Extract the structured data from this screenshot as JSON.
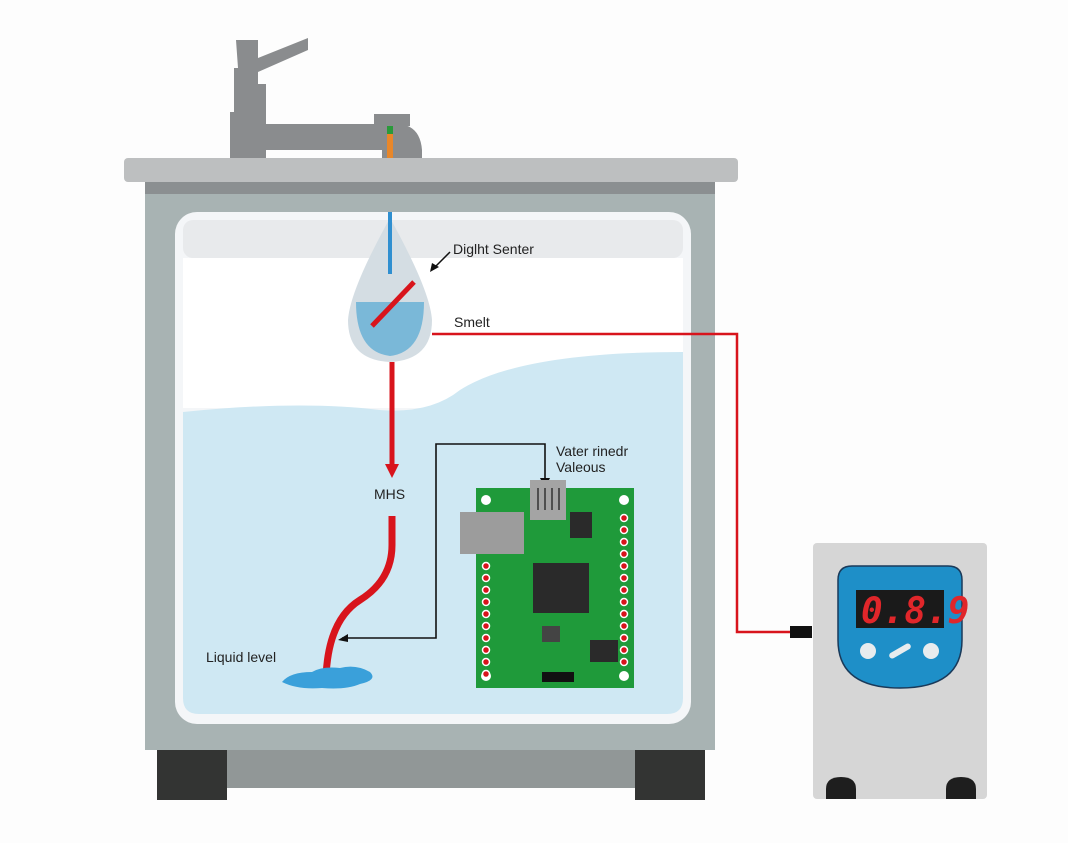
{
  "diagram": {
    "title": "Liquid level sensing setup",
    "labels": {
      "sensor": "Diglht Senter",
      "wire": "Smelt",
      "pipe": "MHS",
      "board": "Vater rinedr",
      "board_line2": "Valeous",
      "liquid": "Liquid level"
    },
    "display": {
      "reading": "0.8.9",
      "digits": [
        "0",
        "8",
        "9"
      ]
    },
    "colors": {
      "water": "#cfe8f3",
      "water_drop": "#7ab8d8",
      "wire": "#d8141c",
      "signal": "#111111",
      "pcb": "#1f9a3a",
      "controller_face": "#1e8fc8",
      "segment": "#e0262a",
      "tank": "#a8b3b3",
      "faucet": "#8a8c8e"
    },
    "icons": [
      "faucet-icon",
      "droplet-sensor-icon",
      "pcb-board-icon",
      "controller-display-icon"
    ]
  }
}
